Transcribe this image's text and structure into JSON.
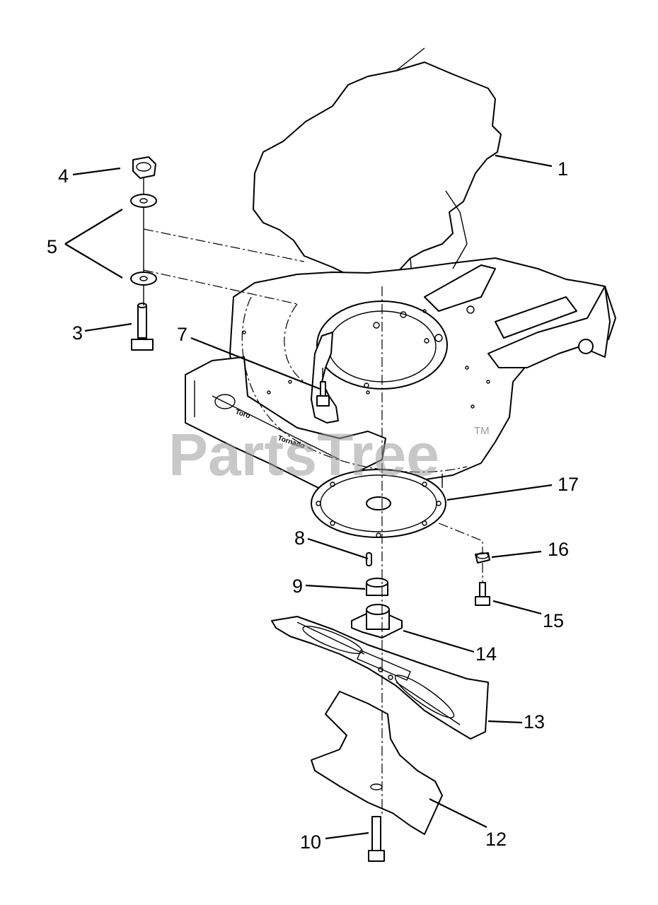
{
  "watermark": {
    "text": "PartsTree",
    "trademark": "TM"
  },
  "deck_decal": {
    "brand": "Toro",
    "model_line1": "Tornado",
    "model_line2": ""
  },
  "callouts": {
    "c1": "1",
    "c3": "3",
    "c4": "4",
    "c5": "5",
    "c7": "7",
    "c8": "8",
    "c9": "9",
    "c10": "10",
    "c12": "12",
    "c13": "13",
    "c14": "14",
    "c15": "15",
    "c16": "16",
    "c17": "17"
  },
  "colors": {
    "line": "#000000",
    "background": "#ffffff",
    "watermark": "#9a9a9a"
  }
}
